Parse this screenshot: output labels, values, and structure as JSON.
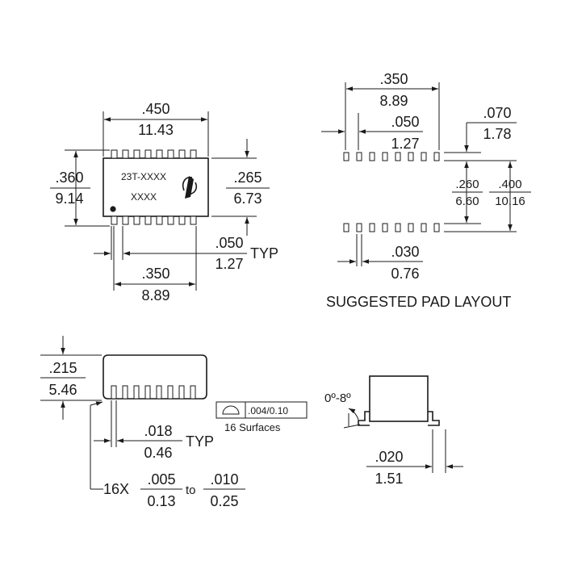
{
  "top_view": {
    "width_in": ".450",
    "width_mm": "11.43",
    "height_in": ".360",
    "height_mm": "9.14",
    "body_in": ".265",
    "body_mm": "6.73",
    "pitch_in": ".050",
    "pitch_mm": "1.27",
    "pitch_suffix": "TYP",
    "span_in": ".350",
    "span_mm": "8.89",
    "marking_line1": "23T-XXXX",
    "marking_line2": "XXXX",
    "logo_icon": "manufacturer-logo-icon"
  },
  "pad_layout": {
    "span_in": ".350",
    "span_mm": "8.89",
    "pitch_in": ".050",
    "pitch_mm": "1.27",
    "pad_len_in": ".070",
    "pad_len_mm": "1.78",
    "gap_in": ".260",
    "gap_mm": "6.60",
    "outer_in": ".400",
    "outer_mm": "10.16",
    "pad_w_in": ".030",
    "pad_w_mm": "0.76",
    "caption": "SUGGESTED PAD LAYOUT"
  },
  "side_view": {
    "height_in": ".215",
    "height_mm": "5.46",
    "lead_in": ".018",
    "lead_mm": "0.46",
    "lead_suffix": "TYP",
    "flatness_value": ".004/0.10",
    "flatness_caption": "16 Surfaces",
    "standoff_prefix": "16X",
    "standoff_min_in": ".005",
    "standoff_min_mm": "0.13",
    "standoff_sep": "to",
    "standoff_max_in": ".010",
    "standoff_max_mm": "0.25",
    "flatness_icon": "flatness-symbol-icon"
  },
  "end_view": {
    "angle_label": "0º-8º",
    "foot_in": ".020",
    "foot_mm": "1.51"
  }
}
